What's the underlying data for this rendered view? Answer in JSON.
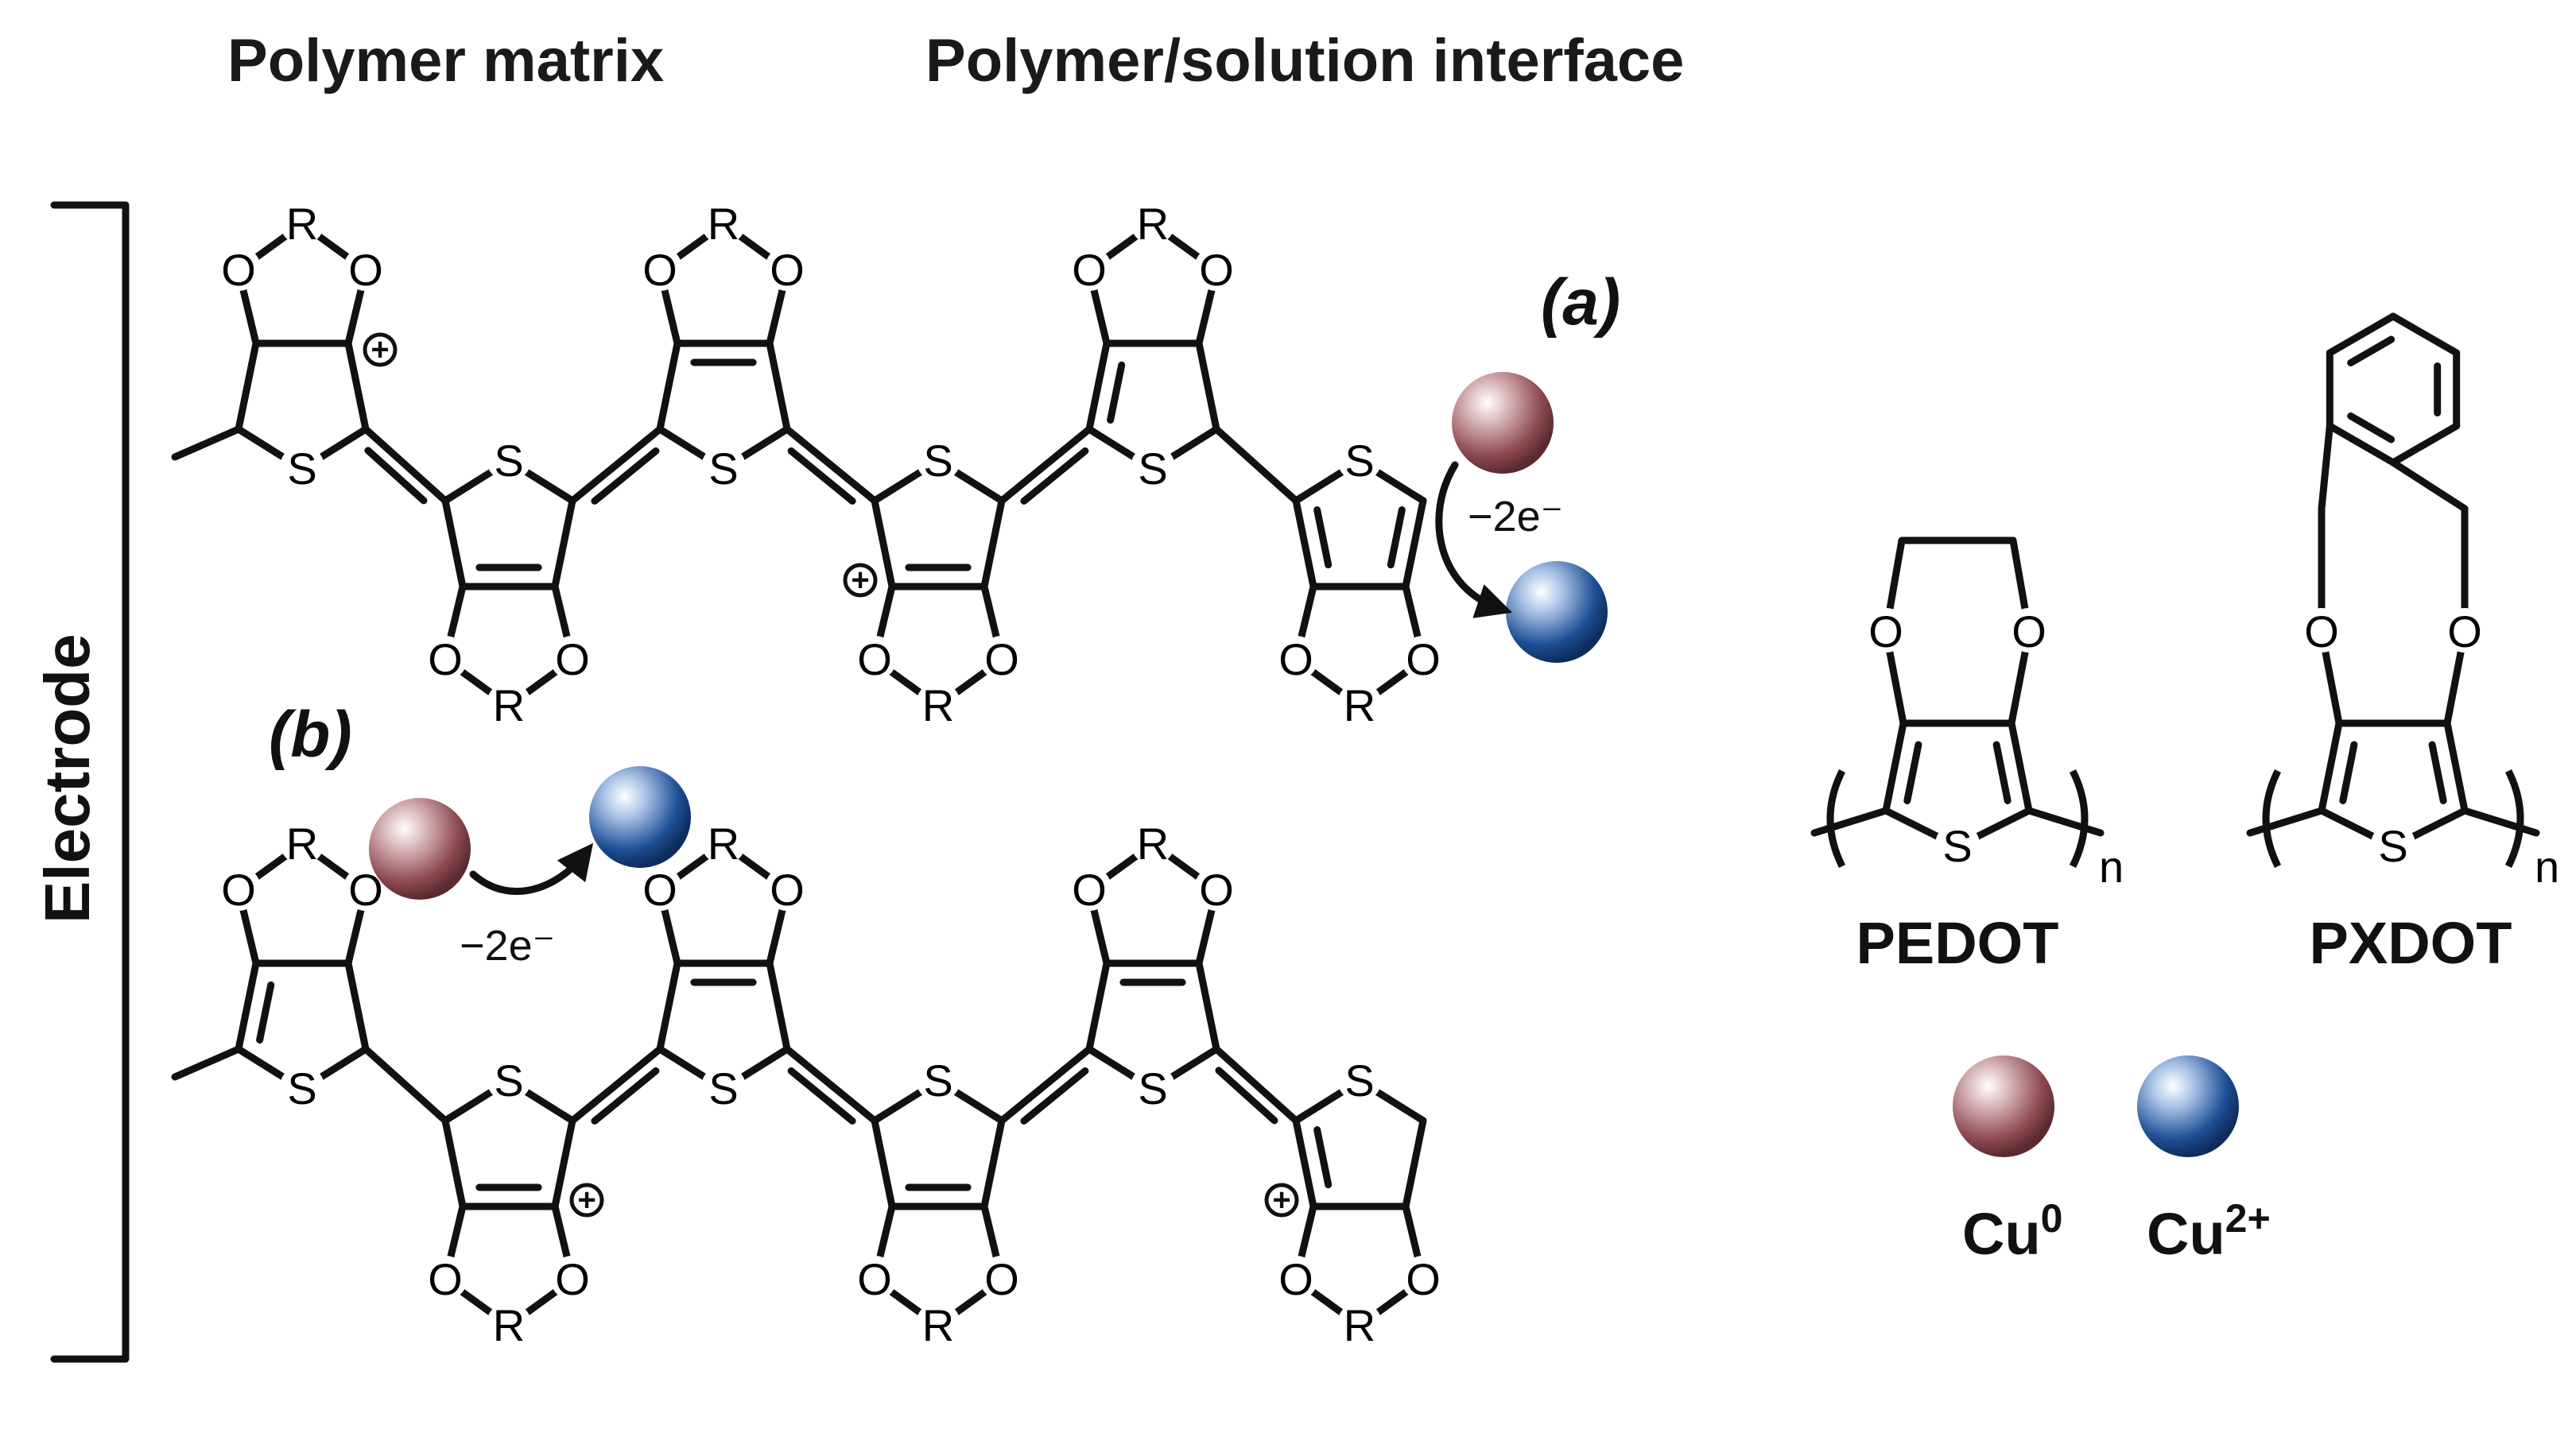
{
  "headers": {
    "left": "Polymer matrix",
    "right": "Polymer/solution interface"
  },
  "electrode_label": "Electrode",
  "labels": {
    "a": "(a)",
    "b": "(b)",
    "electrons_a": "−2e⁻",
    "electrons_b": "−2e⁻"
  },
  "atoms": {
    "oxygen": "O",
    "sulfur": "S",
    "substituent": "R",
    "plus": "+"
  },
  "structures": {
    "pedot": "PEDOT",
    "pxdot": "PXDOT",
    "repeat": "n"
  },
  "legend": {
    "cu0_base": "Cu",
    "cu0_sup": "0",
    "cu2_base": "Cu",
    "cu2_sup": "2+",
    "colors": {
      "cu0": "#8e4a52",
      "cu2": "#1e4f95"
    }
  }
}
